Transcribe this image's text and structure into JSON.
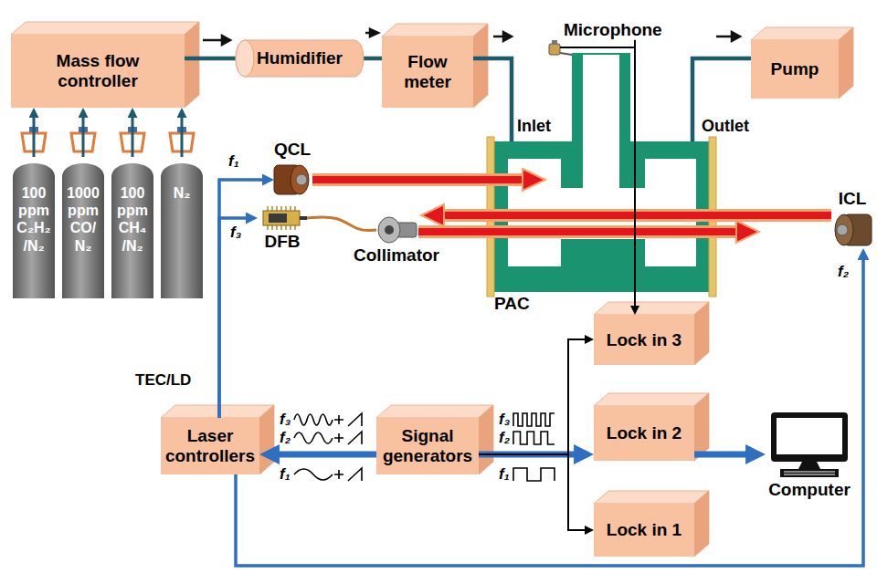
{
  "diagram": {
    "nodes": [
      {
        "text": [
          "Mass flow controller"
        ]
      },
      {
        "text": [
          "Humidifier"
        ]
      },
      {
        "text": [
          "Flow meter"
        ]
      },
      {
        "text": [
          "Microphone"
        ]
      },
      {
        "text": [
          "Pump"
        ]
      },
      {
        "text": [
          "100 ppm C₂H₂ /N₂"
        ]
      },
      {
        "text": [
          "1000 ppm CO/ N₂"
        ]
      },
      {
        "text": [
          "100 ppm CH₄ /N₂"
        ]
      },
      {
        "text": [
          "N₂"
        ]
      },
      {
        "text": [
          "QCL"
        ]
      },
      {
        "text": [
          "ICL"
        ]
      },
      {
        "text": [
          "Collimator"
        ]
      },
      {
        "text": [
          "PAC"
        ]
      },
      {
        "text": [
          "DFB"
        ]
      },
      {
        "text": [
          "Laser controllers"
        ]
      },
      {
        "text": [
          "Signal generators"
        ]
      },
      {
        "text": [
          "Lock in 3"
        ]
      },
      {
        "text": [
          "Lock in 2"
        ]
      },
      {
        "text": [
          "Computer"
        ]
      },
      {
        "text": [
          "Lock in 1"
        ]
      }
    ],
    "edges": [
      {
        "from": 5,
        "to": 0,
        "arrow": "to"
      },
      {
        "from": 6,
        "to": 0,
        "arrow": "to"
      },
      {
        "from": 7,
        "to": 0,
        "arrow": "to"
      },
      {
        "from": 8,
        "to": 0,
        "arrow": "to"
      },
      {
        "from": 0,
        "to": 1,
        "arrow": "none"
      },
      {
        "from": 1,
        "to": 2,
        "arrow": "none"
      },
      {
        "from": 2,
        "to": 12,
        "arrow": "none"
      },
      {
        "from": 12,
        "to": 4,
        "arrow": "none"
      },
      {
        "from": 13,
        "to": 11,
        "arrow": "none"
      },
      {
        "from": 14,
        "to": 9,
        "arrow": "to"
      },
      {
        "from": 14,
        "to": 13,
        "arrow": "to"
      },
      {
        "from": 14,
        "to": 10,
        "arrow": "to"
      },
      {
        "from": 15,
        "to": 14,
        "arrow": "to"
      },
      {
        "from": 15,
        "to": 17,
        "arrow": "to"
      },
      {
        "from": 15,
        "to": 16,
        "arrow": "to"
      },
      {
        "from": 15,
        "to": 19,
        "arrow": "to"
      },
      {
        "from": 3,
        "to": 16,
        "arrow": "to"
      },
      {
        "from": 17,
        "to": 18,
        "arrow": "to"
      }
    ],
    "labels": [
      "f₁",
      "TEC/LD",
      "f₃",
      "Inlet",
      "Outlet",
      "f₂",
      "f₃",
      "f₂",
      "f₁",
      "f₃",
      "f₂",
      "f₁"
    ]
  }
}
